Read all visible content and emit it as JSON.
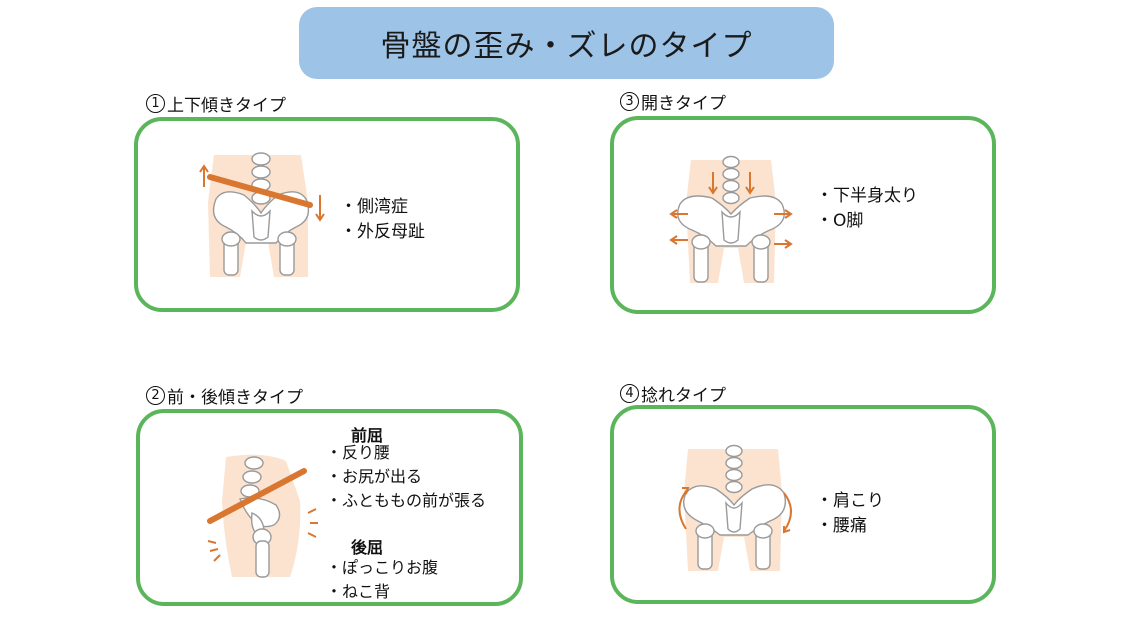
{
  "title": "骨盤の歪み・ズレのタイプ",
  "colors": {
    "banner": "#9dc3e6",
    "panel_border": "#5bb55b",
    "skin": "#fbe3cf",
    "bone": "#ffffff",
    "bone_outline": "#9a9a9a",
    "arrow": "#d9762f"
  },
  "sections": [
    {
      "number": "1",
      "label": "上下傾きタイプ",
      "items": [
        "側湾症",
        "外反母趾"
      ]
    },
    {
      "number": "2",
      "label": "前・後傾きタイプ",
      "groups": [
        {
          "heading": "前屈",
          "items": [
            "反り腰",
            "お尻が出る",
            "ふとももの前が張る"
          ]
        },
        {
          "heading": "後屈",
          "items": [
            "ぽっこりお腹",
            "ねこ背"
          ]
        }
      ]
    },
    {
      "number": "3",
      "label": "開きタイプ",
      "items": [
        "下半身太り",
        "O脚"
      ]
    },
    {
      "number": "4",
      "label": "捻れタイプ",
      "items": [
        "肩こり",
        "腰痛"
      ]
    }
  ]
}
